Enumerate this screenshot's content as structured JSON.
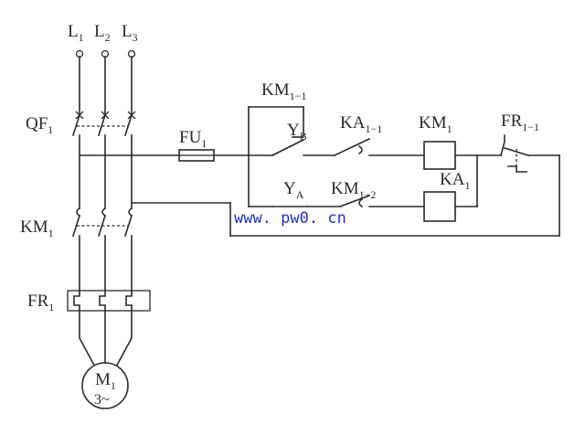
{
  "labels": {
    "L1": {
      "main": "L",
      "sub": "1"
    },
    "L2": {
      "main": "L",
      "sub": "2"
    },
    "L3": {
      "main": "L",
      "sub": "3"
    },
    "QF1": {
      "main": "QF",
      "sub": "1"
    },
    "FU1": {
      "main": "FU",
      "sub": "1"
    },
    "KM1_1": {
      "main": "KM",
      "sub": "1−1"
    },
    "YB": {
      "main": "Y",
      "sub": "B"
    },
    "KA1_1": {
      "main": "KA",
      "sub": "1−1"
    },
    "KM1_coil": {
      "main": "KM",
      "sub": "1"
    },
    "FR1_1": {
      "main": "FR",
      "sub": "1−1"
    },
    "YA": {
      "main": "Y",
      "sub": "A"
    },
    "KM1_2": {
      "main": "KM",
      "sub": "1−2"
    },
    "KA1_coil": {
      "main": "KA",
      "sub": "1"
    },
    "KM1_main": {
      "main": "KM",
      "sub": "1"
    },
    "FR1_main": {
      "main": "FR",
      "sub": "1"
    },
    "M1": {
      "main": "M",
      "sub": "1"
    },
    "M1_phase": "3~"
  },
  "watermark": "www. pw0. cn"
}
